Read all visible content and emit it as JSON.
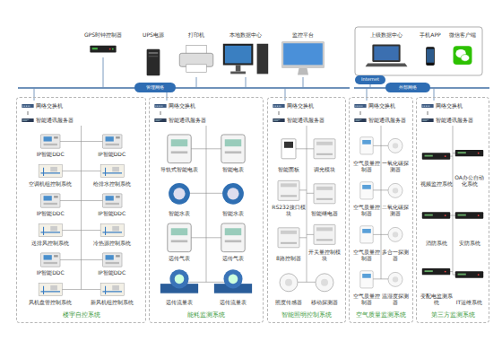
{
  "diagram": {
    "nodes": [
      {
        "text": [
          "GPS时钟控制器"
        ]
      },
      {
        "text": [
          "UPS电源"
        ]
      },
      {
        "text": [
          "打印机"
        ]
      },
      {
        "text": [
          "本地数据中心"
        ]
      },
      {
        "text": [
          "监控平台"
        ]
      },
      {
        "text": [
          "上级数据中心"
        ]
      },
      {
        "text": [
          "手机APP"
        ]
      },
      {
        "text": [
          "微信客户端"
        ]
      },
      {
        "text": [
          "管理网络"
        ]
      },
      {
        "text": [
          "Internet"
        ]
      },
      {
        "text": [
          "外部网络"
        ]
      },
      {
        "text": [
          "楼宇自控系统"
        ]
      },
      {
        "text": [
          "网络交换机"
        ],
        "in": 11
      },
      {
        "text": [
          "智能通讯服务器"
        ],
        "in": 11
      },
      {
        "text": [
          "IP智能DDC"
        ],
        "in": 11
      },
      {
        "text": [
          "IP智能DDC"
        ],
        "in": 11
      },
      {
        "text": [
          "空调机组控制系统"
        ],
        "in": 11
      },
      {
        "text": [
          "给排水控制系统"
        ],
        "in": 11
      },
      {
        "text": [
          "IP智能DDC"
        ],
        "in": 11
      },
      {
        "text": [
          "IP智能DDC"
        ],
        "in": 11
      },
      {
        "text": [
          "送排风控制系统"
        ],
        "in": 11
      },
      {
        "text": [
          "冷热源控制系统"
        ],
        "in": 11
      },
      {
        "text": [
          "IP智能DDC"
        ],
        "in": 11
      },
      {
        "text": [
          "IP智能DDC"
        ],
        "in": 11
      },
      {
        "text": [
          "风机盘管控制系统"
        ],
        "in": 11
      },
      {
        "text": [
          "新风机组控制系统"
        ],
        "in": 11
      },
      {
        "text": [
          "能耗监测系统"
        ]
      },
      {
        "text": [
          "网络交换机"
        ],
        "in": 26
      },
      {
        "text": [
          "智能通讯服务器"
        ],
        "in": 26
      },
      {
        "text": [
          "导轨式智能电表"
        ],
        "in": 26
      },
      {
        "text": [
          "智能电表"
        ],
        "in": 26
      },
      {
        "text": [
          "智能水表"
        ],
        "in": 26
      },
      {
        "text": [
          "智能水表"
        ],
        "in": 26
      },
      {
        "text": [
          "远传气表"
        ],
        "in": 26
      },
      {
        "text": [
          "远传气表"
        ],
        "in": 26
      },
      {
        "text": [
          "远传流量表"
        ],
        "in": 26
      },
      {
        "text": [
          "远传流量表"
        ],
        "in": 26
      },
      {
        "text": [
          "智能照明控制系统"
        ]
      },
      {
        "text": [
          "网络交换机"
        ],
        "in": 37
      },
      {
        "text": [
          "智能通讯服务器"
        ],
        "in": 37
      },
      {
        "text": [
          "智能面板"
        ],
        "in": 37
      },
      {
        "text": [
          "调光模块"
        ],
        "in": 37
      },
      {
        "text": [
          "RS232接口模块"
        ],
        "in": 37
      },
      {
        "text": [
          "智能继电器"
        ],
        "in": 37
      },
      {
        "text": [
          "8路控制器"
        ],
        "in": 37
      },
      {
        "text": [
          "开关量控制模块"
        ],
        "in": 37
      },
      {
        "text": [
          "照度传感器"
        ],
        "in": 37
      },
      {
        "text": [
          "移动探测器"
        ],
        "in": 37
      },
      {
        "text": [
          "空气质量监测系统"
        ]
      },
      {
        "text": [
          "网络交换机"
        ],
        "in": 48
      },
      {
        "text": [
          "智能通讯服务器"
        ],
        "in": 48
      },
      {
        "text": [
          "空气质量控制器"
        ],
        "in": 48
      },
      {
        "text": [
          "一氧化碳探测器"
        ],
        "in": 48
      },
      {
        "text": [
          "空气质量控制器"
        ],
        "in": 48
      },
      {
        "text": [
          "二氧化碳探测器"
        ],
        "in": 48
      },
      {
        "text": [
          "空气质量控制器"
        ],
        "in": 48
      },
      {
        "text": [
          "多合一探测器"
        ],
        "in": 48
      },
      {
        "text": [
          "空气质量控制器"
        ],
        "in": 48
      },
      {
        "text": [
          "温湿度探测器"
        ],
        "in": 48
      },
      {
        "text": [
          "第三方监测系统"
        ]
      },
      {
        "text": [
          "网络交换机"
        ],
        "in": 59
      },
      {
        "text": [
          "智能通讯服务器"
        ],
        "in": 59
      },
      {
        "text": [
          "视频监控系统"
        ],
        "in": 59
      },
      {
        "text": [
          "OA办公自动化系统"
        ],
        "in": 59
      },
      {
        "text": [
          "消防系统"
        ],
        "in": 59
      },
      {
        "text": [
          "安防系统"
        ],
        "in": 59
      },
      {
        "text": [
          "变配电监测系统"
        ],
        "in": 59
      },
      {
        "text": [
          "IT运维系统"
        ],
        "in": 59
      }
    ],
    "edges": [
      {
        "from": 12,
        "to": 13,
        "arrow": "none"
      },
      {
        "from": 27,
        "to": 28,
        "arrow": "none"
      },
      {
        "from": 38,
        "to": 39,
        "arrow": "none"
      },
      {
        "from": 49,
        "to": 50,
        "arrow": "none"
      },
      {
        "from": 60,
        "to": 61,
        "arrow": "none"
      }
    ]
  }
}
